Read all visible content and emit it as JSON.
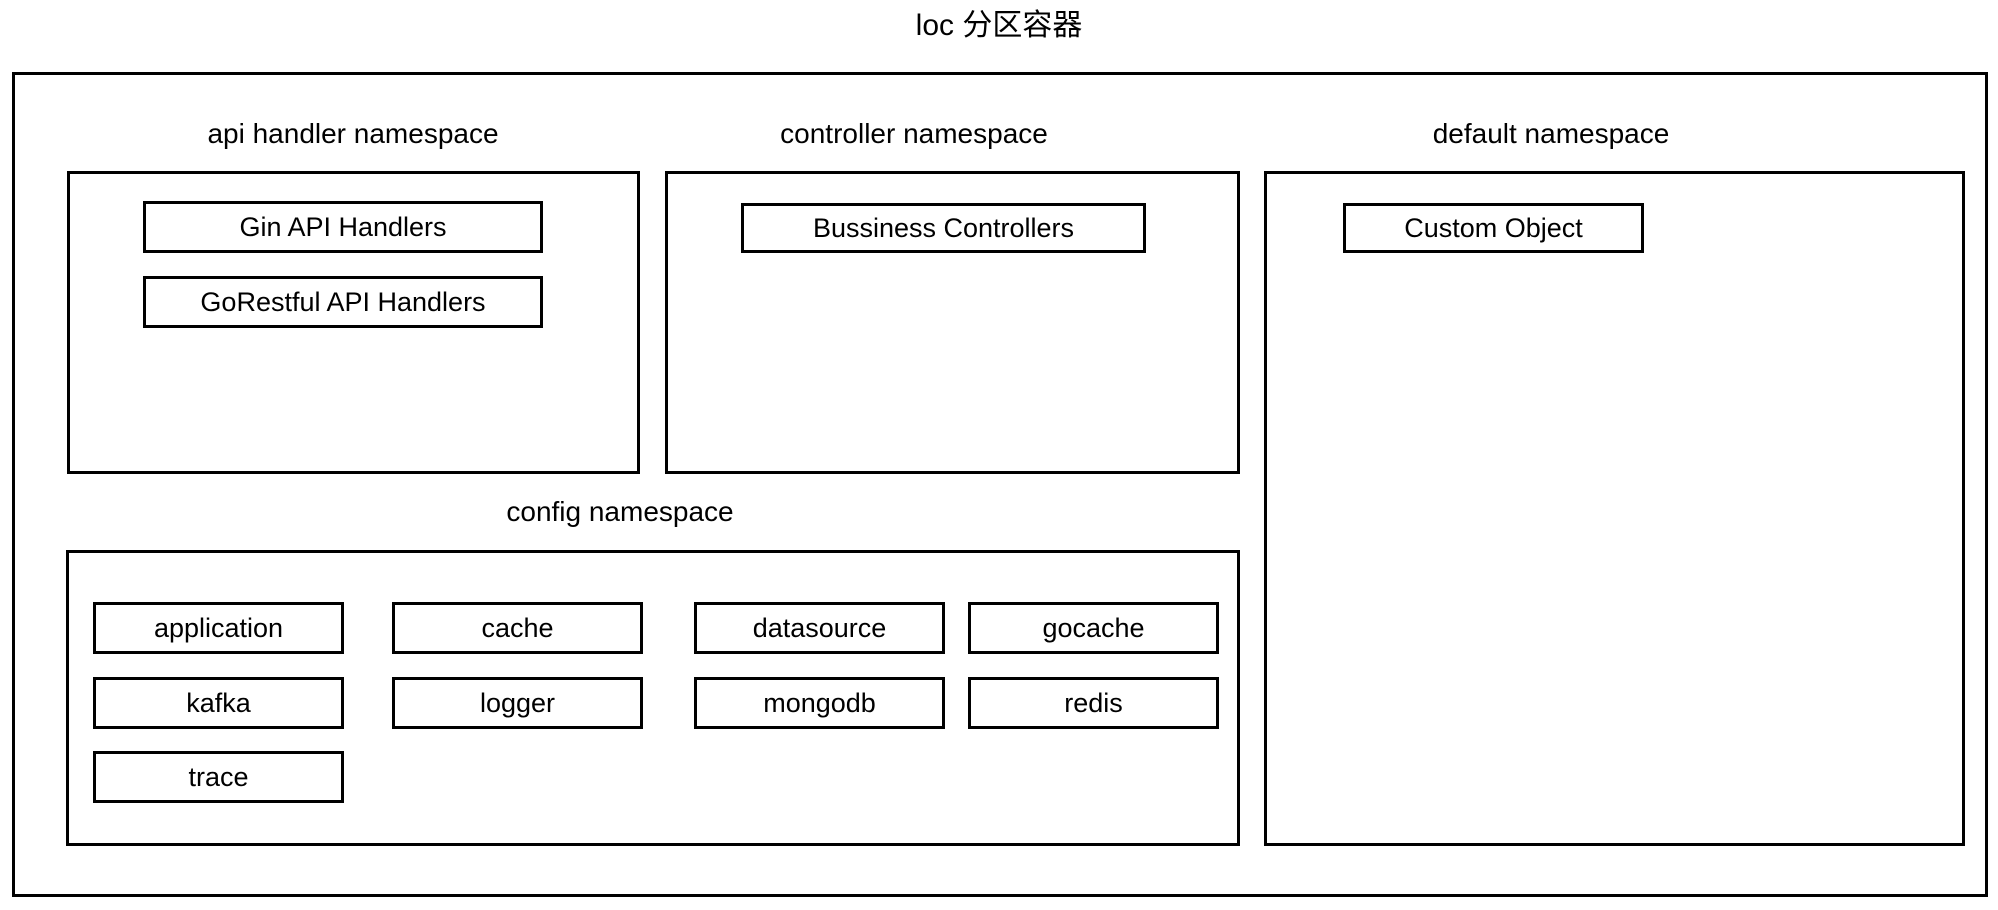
{
  "diagram": {
    "title": "loc 分区容器"
  },
  "namespaces": {
    "api_handler": {
      "label": "api handler namespace",
      "items": [
        "Gin API Handlers",
        "GoRestful API Handlers"
      ]
    },
    "controller": {
      "label": "controller namespace",
      "items": [
        "Bussiness Controllers"
      ]
    },
    "default": {
      "label": "default namespace",
      "items": [
        "Custom Object"
      ]
    },
    "config": {
      "label": "config namespace",
      "items": [
        "application",
        "cache",
        "datasource",
        "gocache",
        "kafka",
        "logger",
        "mongodb",
        "redis",
        "trace"
      ]
    }
  },
  "colors": {
    "stroke": "#000000",
    "background": "#ffffff",
    "text": "#000000"
  }
}
